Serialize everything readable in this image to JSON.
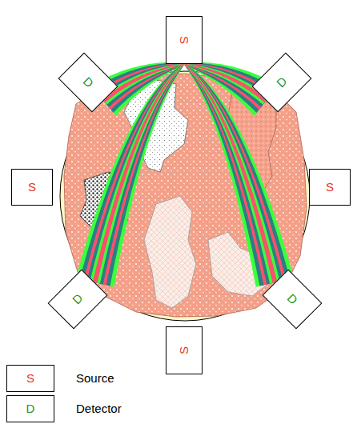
{
  "diagram": {
    "nodes": [
      {
        "text": [
          "S"
        ]
      },
      {
        "text": [
          "D"
        ]
      },
      {
        "text": [
          "D"
        ]
      },
      {
        "text": [
          "S"
        ]
      },
      {
        "text": [
          "S"
        ]
      },
      {
        "text": [
          "D"
        ]
      },
      {
        "text": [
          "D"
        ]
      },
      {
        "text": [
          "S"
        ]
      }
    ],
    "edges": [
      {
        "from": 0,
        "to": 1,
        "arrow": "none"
      },
      {
        "from": 0,
        "to": 2,
        "arrow": "none"
      },
      {
        "from": 0,
        "to": 5,
        "arrow": "none"
      },
      {
        "from": 0,
        "to": 6,
        "arrow": "none"
      }
    ],
    "labels": [
      "S",
      "D"
    ],
    "legend": [
      {
        "text": "Source"
      },
      {
        "text": "Detector"
      }
    ]
  }
}
